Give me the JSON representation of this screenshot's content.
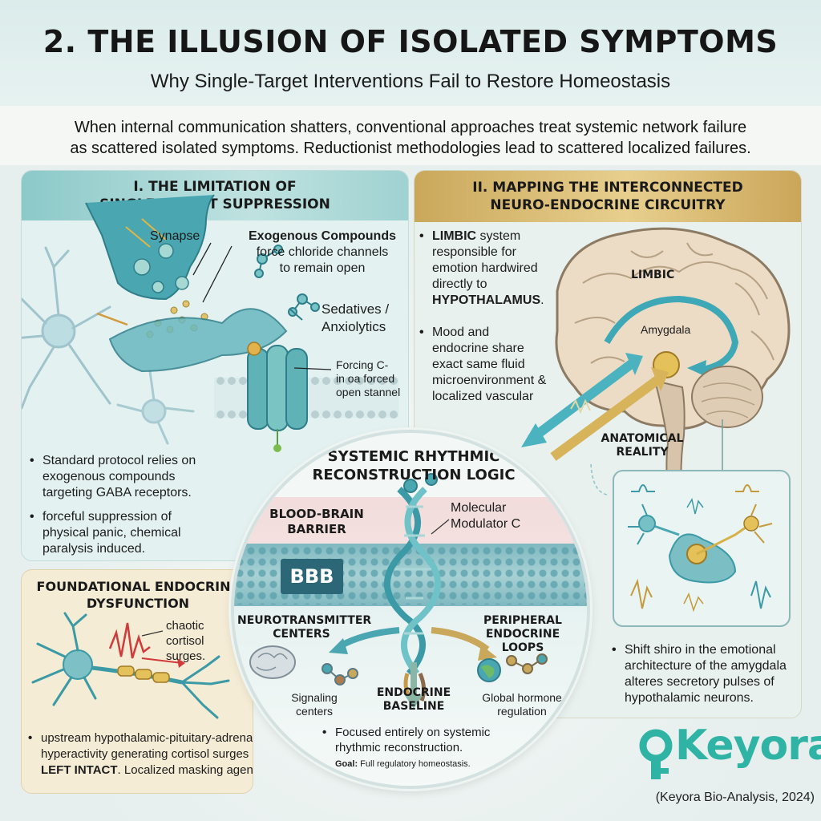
{
  "header": {
    "title": "2. THE ILLUSION OF ISOLATED SYMPTOMS",
    "subtitle": "Why Single-Target Interventions Fail to Restore Homeostasis",
    "intro_line1": "When internal communication shatters, conventional approaches treat systemic network failure",
    "intro_line2": "as scattered isolated symptoms. Reductionist methodologies lead to scattered localized failures."
  },
  "panel1": {
    "heading_line1": "I. THE LIMITATION OF",
    "heading_line2": "SINGLE-TARGET SUPPRESSION",
    "synapse_label": "Synapse",
    "exogenous_bold": "Exogenous Compounds",
    "exogenous_rest1": "force chloride channels",
    "exogenous_rest2": "to remain open",
    "sedatives_line1": "Sedatives /",
    "sedatives_line2": "Anxiolytics",
    "forcing_line1": "Forcing C-",
    "forcing_line2": "in oa forced",
    "forcing_line3": "open stannel",
    "bullet1_line1": "Standard protocol relies on",
    "bullet1_line2": "exogenous compounds",
    "bullet1_line3": "targeting GABA receptors.",
    "bullet2_line1": "forceful suppression of",
    "bullet2_line2": "physical panic, chemical",
    "bullet2_line3": "paralysis induced."
  },
  "panel2": {
    "heading_line1": "II. MAPPING THE INTERCONNECTED",
    "heading_line2": "NEURO-ENDOCRINE CIRCUITRY",
    "bullet1_bold": "LIMBIC",
    "bullet1_line1_rest": " system",
    "bullet1_line2": "responsible for",
    "bullet1_line3": "emotion hardwired",
    "bullet1_line4": "directly to",
    "bullet1_bold2": "HYPOTHALAMUS",
    "bullet1_end": ".",
    "bullet2_line1": "Mood and",
    "bullet2_line2": "endocrine share",
    "bullet2_line3": "exact same fluid",
    "bullet2_line4": "microenvironment &",
    "bullet2_line5": "localized vascular",
    "limbic_label": "LIMBIC",
    "amygdala_label": "Amygdala",
    "anatomical_line1": "ANATOMICAL",
    "anatomical_line2": "REALITY",
    "shift_line1": "Shift shiro in the emotional",
    "shift_line2": "architecture of the amygdala",
    "shift_line3": "alteres secretory pulses of",
    "shift_line4": "hypothalamic neurons."
  },
  "panel3": {
    "heading_line1": "FOUNDATIONAL ENDOCRINE",
    "heading_line2": "DYSFUNCTION",
    "chaotic_line1": "chaotic",
    "chaotic_line2": "cortisol",
    "chaotic_line3": "surges.",
    "bullet_line1": "upstream hypothalamic-pituitary-adrenal",
    "bullet_line2": "hyperactivity generating cortisol surges",
    "bullet_bold": "LEFT INTACT",
    "bullet_end": ". Localized masking agent."
  },
  "center": {
    "title_line1": "SYSTEMIC RHYTHMIC",
    "title_line2": "RECONSTRUCTION LOGIC",
    "bbb_line1": "BLOOD-BRAIN",
    "bbb_line2": "BARRIER",
    "bbb_badge": "BBB",
    "modulator_line1": "Molecular",
    "modulator_line2": "Modulator C",
    "neuro_line1": "NEUROTRANSMITTER",
    "neuro_line2": "CENTERS",
    "peripheral_line1": "PERIPHERAL",
    "peripheral_line2": "ENDOCRINE",
    "peripheral_line3": "LOOPS",
    "signaling_line1": "Signaling",
    "signaling_line2": "centers",
    "endocrine_line1": "ENDOCRINE",
    "endocrine_line2": "BASELINE",
    "global_line1": "Global hormone",
    "global_line2": "regulation",
    "focus_line1": "Focused entirely on systemic",
    "focus_line2": "rhythmic reconstruction.",
    "goal_bold": "Goal:",
    "goal_rest": " Full regulatory homeostasis."
  },
  "footer": {
    "logo_text": "Keyora",
    "citation": "(Keyora Bio-Analysis, 2024)"
  },
  "colors": {
    "teal": "#4aa6b0",
    "gold": "#c9a85b",
    "dark_teal": "#2c6777",
    "brand": "#2fb3a4",
    "cortisol_red": "#d03a3a"
  }
}
